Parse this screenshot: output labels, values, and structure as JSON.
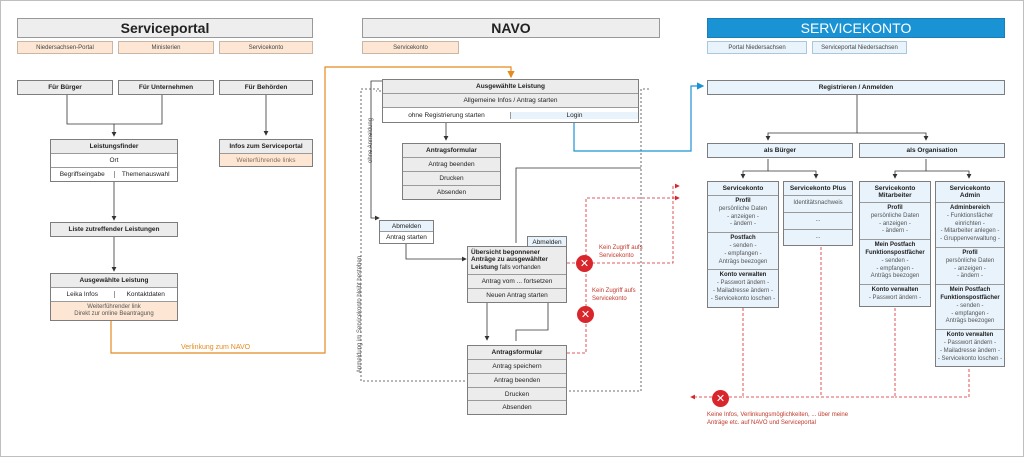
{
  "columns": {
    "serviceportal": {
      "title": "Serviceportal",
      "tags": [
        "Niedersachsen-Portal",
        "Ministerien",
        "Servicekonto"
      ]
    },
    "navo": {
      "title": "NAVO",
      "tags": [
        "Servicekonto"
      ]
    },
    "servicekonto": {
      "title": "SERVICEKONTO",
      "tags": [
        "Portal Niedersachsen",
        "Serviceportal Niedersachsen"
      ]
    }
  },
  "serviceportal": {
    "buerger": "Für Bürger",
    "unternehmen": "Für Unternehmen",
    "behoerden": "Für Behörden",
    "leistungsfinder": {
      "title": "Leistungsfinder",
      "ort": "Ort",
      "begriff": "Begriffseingabe",
      "thema": "Themenauswahl"
    },
    "infos": {
      "title": "Infos zum Serviceportal",
      "links": "Weiterführende links"
    },
    "liste": "Liste zutreffender Leistungen",
    "ausgewaehlt": {
      "title": "Ausgewählte Leistung",
      "leika": "Leika Infos",
      "kontakt": "Kontaktdaten",
      "links": "Weiterführender link\nDirekt zur online Beantragung"
    },
    "verlinkung": "Verlinkung zum NAVO"
  },
  "navo": {
    "leistung": {
      "title": "Ausgewählte Leistung",
      "infos": "Allgemeine Infos / Antrag starten",
      "ohne": "ohne Registrierung starten",
      "login": "Login"
    },
    "antrag1": {
      "title": "Antragsformular",
      "beenden": "Antrag beenden",
      "drucken": "Drucken",
      "absenden": "Absenden"
    },
    "abmelden": "Abmelden",
    "antrag_starten": "Antrag starten",
    "uebersicht": {
      "title": "Übersicht begonnener Anträge zu ausgewählter Leistung",
      "suffix": "falls vorhanden",
      "vom": "Antrag vom ... fortsetzen",
      "neu": "Neuen Antrag starten"
    },
    "antrag2": {
      "title": "Antragsformular",
      "speichern": "Antrag speichern",
      "beenden": "Antrag beenden",
      "drucken": "Drucken",
      "absenden": "Absenden"
    },
    "side_ohne": "ohne Anmeldung",
    "side_anmeldung": "Anmeldung im Servicekonto bleibt bestehen",
    "kein1": "Kein Zugriff aufs\nServicekonto",
    "kein2": "Kein Zugriff aufs\nServicekonto"
  },
  "servicekonto": {
    "registrieren": "Registrieren / Anmelden",
    "als_buerger": "als Bürger",
    "als_org": "als Organisation",
    "sk_buerger": {
      "title": "Servicekonto",
      "profil": "Profil",
      "profil_t": "persönliche Daten\n- anzeigen -\n- ändern -",
      "postfach": "Postfach",
      "postfach_t": "- senden -\n- empfangen -\nAnträgs beezogen",
      "konto": "Konto verwalten",
      "konto_t": "- Passwort ändern -\n- Mailadresse ändern -\n- Servicekonto loschen -"
    },
    "sk_plus": {
      "title": "Servicekonto Plus",
      "id": "Identitätsnachweis",
      "a": "...",
      "b": "..."
    },
    "sk_mitarbeiter": {
      "title": "Servicekonto\nMitarbeiter",
      "profil": "Profil",
      "profil_t": "persönliche Daten\n- anzeigen -\n- ändern -",
      "postfach": "Mein Postfach\nFunktionspostfächer",
      "postfach_t": "- senden -\n- empfangen -\nAnträgs beezogen",
      "konto": "Konto verwalten",
      "konto_t": "- Passwort ändern -"
    },
    "sk_admin": {
      "title": "Servicekonto\nAdmin",
      "bereich": "Adminbereich",
      "bereich_t": "- Funktionsfächer\neinrichten -\n- Mitarbeiter anlegen -\n- Gruppenverwaltung -",
      "profil": "Profil",
      "profil_t": "persönliche Daten\n- anzeigen -\n- ändern -",
      "postfach": "Mein Postfach\nFunktionspostfächer",
      "postfach_t": "- senden -\n- empfangen -\nAnträgs beezogen",
      "konto": "Konto verwalten",
      "konto_t": "- Passwort ändern -\n- Mailadresse ändern -\n- Servicekonto loschen -"
    },
    "kein_infos": "Keine Infos, Verlinkungsmöglichkeiten, ... über meine\nAnträge etc. auf NAVO und Serviceportal"
  },
  "colors": {
    "orange": "#e58a1f",
    "blue": "#1a93d5",
    "red": "#d9262c",
    "peach": "#fde7d4",
    "lightblue": "#e8f3fb"
  }
}
